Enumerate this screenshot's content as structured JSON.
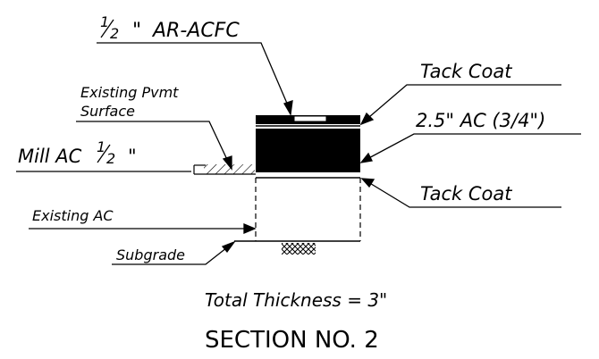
{
  "labels": {
    "top_layer": "AR-ACFC",
    "top_layer_fraction": {
      "num": "1",
      "den": "2",
      "unit": "\""
    },
    "tack_coat_top": "Tack Coat",
    "main_layer": "2.5\" AC (3/4\")",
    "tack_coat_bottom": "Tack Coat",
    "existing_pvmt_line1": "Existing Pvmt",
    "existing_pvmt_line2": "Surface",
    "mill_ac": "Mill AC",
    "mill_fraction": {
      "num": "1",
      "den": "2",
      "unit": "\""
    },
    "existing_ac": "Existing AC",
    "subgrade": "Subgrade"
  },
  "total_thickness": "Total Thickness = 3\"",
  "section_title": "SECTION NO. 2",
  "colors": {
    "ink": "#000000",
    "paper": "#ffffff"
  }
}
